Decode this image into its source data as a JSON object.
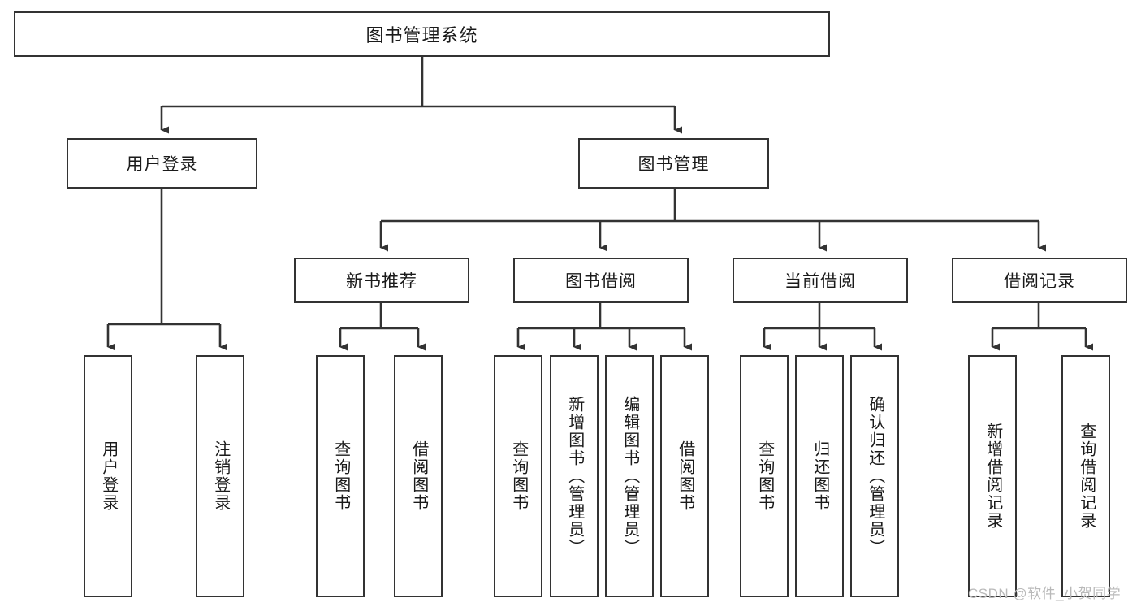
{
  "diagram": {
    "type": "tree",
    "title": "图书管理系统",
    "root": {
      "label": "图书管理系统"
    },
    "level2": [
      {
        "id": "user-login",
        "label": "用户登录"
      },
      {
        "id": "book-management",
        "label": "图书管理"
      }
    ],
    "level3": [
      {
        "id": "new-book-recommend",
        "label": "新书推荐",
        "parent": "book-management"
      },
      {
        "id": "book-borrow",
        "label": "图书借阅",
        "parent": "book-management"
      },
      {
        "id": "current-borrow",
        "label": "当前借阅",
        "parent": "book-management"
      },
      {
        "id": "borrow-record",
        "label": "借阅记录",
        "parent": "book-management"
      }
    ],
    "leaves": [
      {
        "id": "leaf-user-login",
        "label": "用户登录",
        "parent": "user-login"
      },
      {
        "id": "leaf-logout-login",
        "label": "注销登录",
        "parent": "user-login"
      },
      {
        "id": "leaf-query-book-1",
        "label": "查询图书",
        "parent": "new-book-recommend"
      },
      {
        "id": "leaf-borrow-book-1",
        "label": "借阅图书",
        "parent": "new-book-recommend"
      },
      {
        "id": "leaf-query-book-2",
        "label": "查询图书",
        "parent": "book-borrow"
      },
      {
        "id": "leaf-add-book",
        "label": "新增图书（管理员）",
        "parent": "book-borrow"
      },
      {
        "id": "leaf-edit-book",
        "label": "编辑图书（管理员）",
        "parent": "book-borrow"
      },
      {
        "id": "leaf-borrow-book-2",
        "label": "借阅图书",
        "parent": "book-borrow"
      },
      {
        "id": "leaf-query-book-3",
        "label": "查询图书",
        "parent": "current-borrow"
      },
      {
        "id": "leaf-return-book",
        "label": "归还图书",
        "parent": "current-borrow"
      },
      {
        "id": "leaf-confirm-return",
        "label": "确认归还（管理员）",
        "parent": "current-borrow"
      },
      {
        "id": "leaf-add-record",
        "label": "新增借阅记录",
        "parent": "borrow-record"
      },
      {
        "id": "leaf-query-record",
        "label": "查询借阅记录",
        "parent": "borrow-record"
      }
    ]
  },
  "watermark": {
    "text": "CSDN @软件_小贺同学"
  },
  "colors": {
    "line": "#333333",
    "box_border": "#333333",
    "box_fill": "#ffffff",
    "text": "#1a1a1a",
    "watermark": "#b9b9b9",
    "background": "#ffffff"
  }
}
